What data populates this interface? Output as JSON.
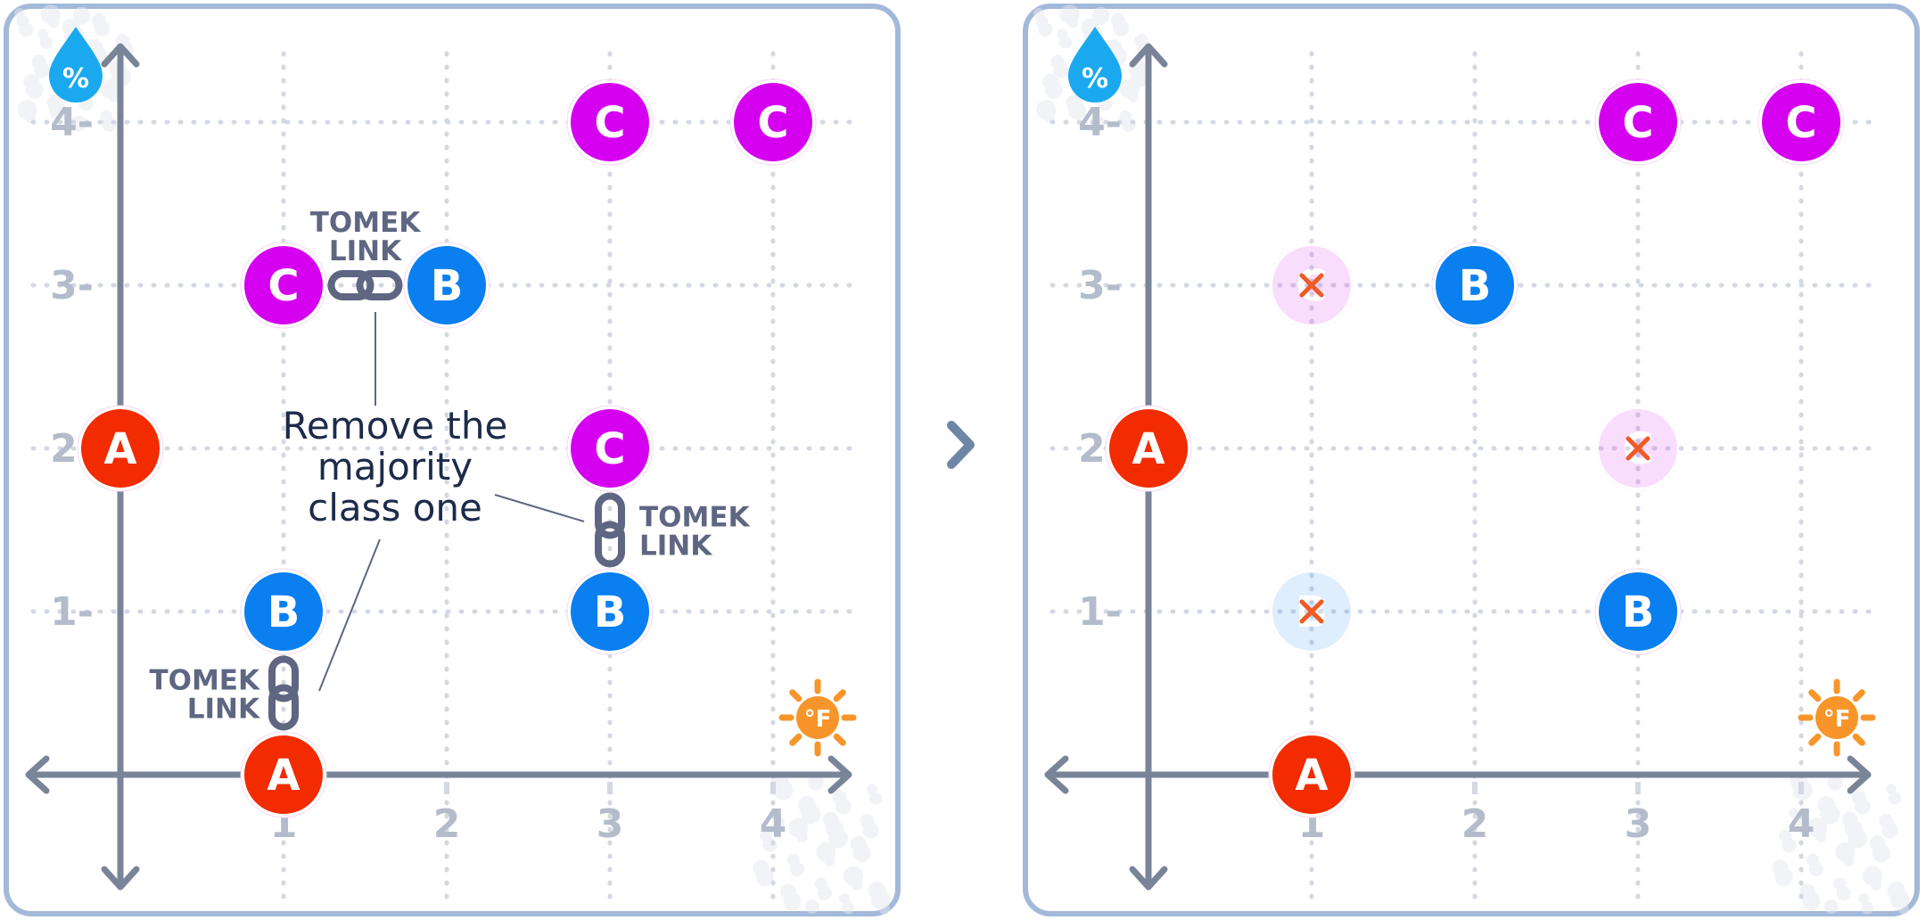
{
  "colors": {
    "A": "#f22b00",
    "B": "#0a7ff0",
    "C": "#d600f0",
    "axis": "#7a8499",
    "grid": "#d3d8e2",
    "frame": "#a3b9d9",
    "removed_mark": "#f05a24",
    "humidity_icon": "#1aa9ef",
    "temp_icon": "#f7952a"
  },
  "icons": {
    "y_axis": "humidity-percent-drop-icon",
    "x_axis": "temperature-fahrenheit-sun-icon",
    "link": "chain-link-icon",
    "next": "chevron-right-icon",
    "removed": "x-mark-icon"
  },
  "x_ticks": [
    "1",
    "2",
    "3",
    "4"
  ],
  "y_ticks": [
    "1",
    "2",
    "3",
    "4"
  ],
  "y_icon_text": "%",
  "x_icon_text": "°F",
  "before": {
    "points": [
      {
        "label": "A",
        "x": 0,
        "y": 2
      },
      {
        "label": "A",
        "x": 1,
        "y": 0
      },
      {
        "label": "B",
        "x": 1,
        "y": 1
      },
      {
        "label": "B",
        "x": 2,
        "y": 3
      },
      {
        "label": "B",
        "x": 3,
        "y": 1
      },
      {
        "label": "C",
        "x": 1,
        "y": 3
      },
      {
        "label": "C",
        "x": 3,
        "y": 2
      },
      {
        "label": "C",
        "x": 3,
        "y": 4
      },
      {
        "label": "C",
        "x": 4,
        "y": 4
      }
    ],
    "tomek_links": [
      {
        "line1": "TOMEK",
        "line2": "LINK",
        "between": [
          [
            1,
            3
          ],
          [
            2,
            3
          ]
        ]
      },
      {
        "line1": "TOMEK",
        "line2": "LINK",
        "between": [
          [
            3,
            2
          ],
          [
            3,
            1
          ]
        ]
      },
      {
        "line1": "TOMEK",
        "line2": "LINK",
        "between": [
          [
            1,
            0
          ],
          [
            1,
            1
          ]
        ]
      }
    ],
    "annotation": [
      "Remove the",
      "majority",
      "class one"
    ]
  },
  "after": {
    "points": [
      {
        "label": "A",
        "x": 0,
        "y": 2
      },
      {
        "label": "A",
        "x": 1,
        "y": 0
      },
      {
        "label": "B",
        "x": 2,
        "y": 3
      },
      {
        "label": "B",
        "x": 3,
        "y": 1
      },
      {
        "label": "C",
        "x": 3,
        "y": 4
      },
      {
        "label": "C",
        "x": 4,
        "y": 4
      }
    ],
    "removed": [
      {
        "label": "C",
        "x": 1,
        "y": 3
      },
      {
        "label": "C",
        "x": 3,
        "y": 2
      },
      {
        "label": "B",
        "x": 1,
        "y": 1
      }
    ]
  }
}
